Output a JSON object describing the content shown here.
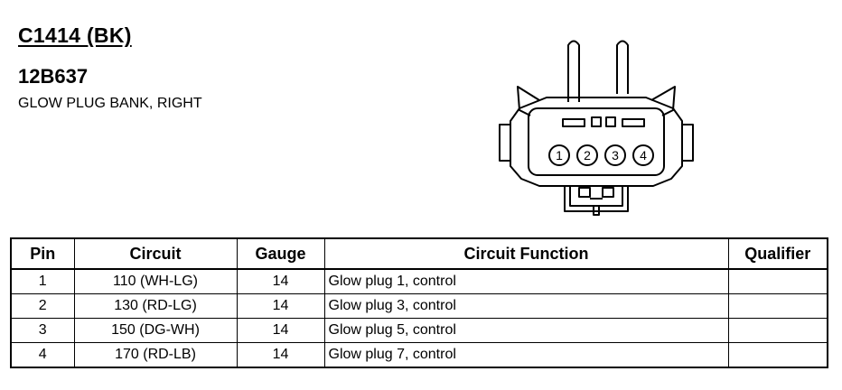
{
  "header": {
    "connector_id": "C1414 (BK)",
    "part_number": "12B637",
    "description": "GLOW PLUG BANK, RIGHT"
  },
  "connector": {
    "pin_labels": [
      "1",
      "2",
      "3",
      "4"
    ]
  },
  "table": {
    "headers": [
      "Pin",
      "Circuit",
      "Gauge",
      "Circuit Function",
      "Qualifier"
    ],
    "rows": [
      {
        "pin": "1",
        "circuit": "110 (WH-LG)",
        "gauge": "14",
        "function": "Glow plug 1, control",
        "qualifier": ""
      },
      {
        "pin": "2",
        "circuit": "130 (RD-LG)",
        "gauge": "14",
        "function": "Glow plug 3, control",
        "qualifier": ""
      },
      {
        "pin": "3",
        "circuit": "150 (DG-WH)",
        "gauge": "14",
        "function": "Glow plug 5, control",
        "qualifier": ""
      },
      {
        "pin": "4",
        "circuit": "170 (RD-LB)",
        "gauge": "14",
        "function": "Glow plug 7, control",
        "qualifier": ""
      }
    ]
  }
}
